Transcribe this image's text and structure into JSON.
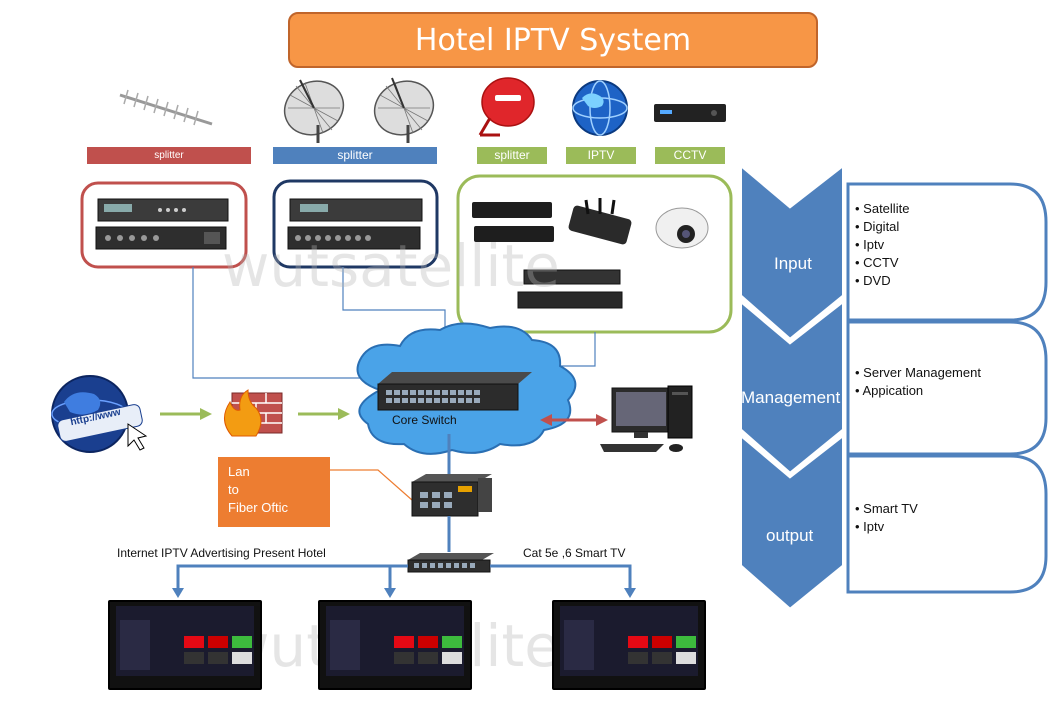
{
  "title": "Hotel IPTV System",
  "sources": {
    "splitter1": "splitter",
    "splitter2": "splitter",
    "splitter3": "splitter",
    "iptv": "IPTV",
    "cctv": "CCTV"
  },
  "network": {
    "core_switch": "Core Switch",
    "lan_to_fiber": [
      "Lan",
      "to",
      "Fiber Oftic"
    ],
    "left_caption": "Internet IPTV Advertising Present Hotel",
    "right_caption": "Cat 5e ,6 Smart TV",
    "url_text": "http://www"
  },
  "watermark": "wutsatellite",
  "panels": [
    {
      "label": "Input",
      "items": [
        "Satellite",
        "Digital",
        "Iptv",
        "CCTV",
        "DVD"
      ]
    },
    {
      "label": "Management",
      "items": [
        "Server Management",
        "Appication"
      ]
    },
    {
      "label": "output",
      "items": [
        "Smart TV",
        "Iptv"
      ]
    }
  ],
  "colors": {
    "title_bg": "#f79646",
    "red": "#c0504d",
    "blue": "#4f81bd",
    "green": "#9bbb59",
    "arrow_blue": "#4f81bd",
    "panel_blue": "#4f81bd"
  }
}
